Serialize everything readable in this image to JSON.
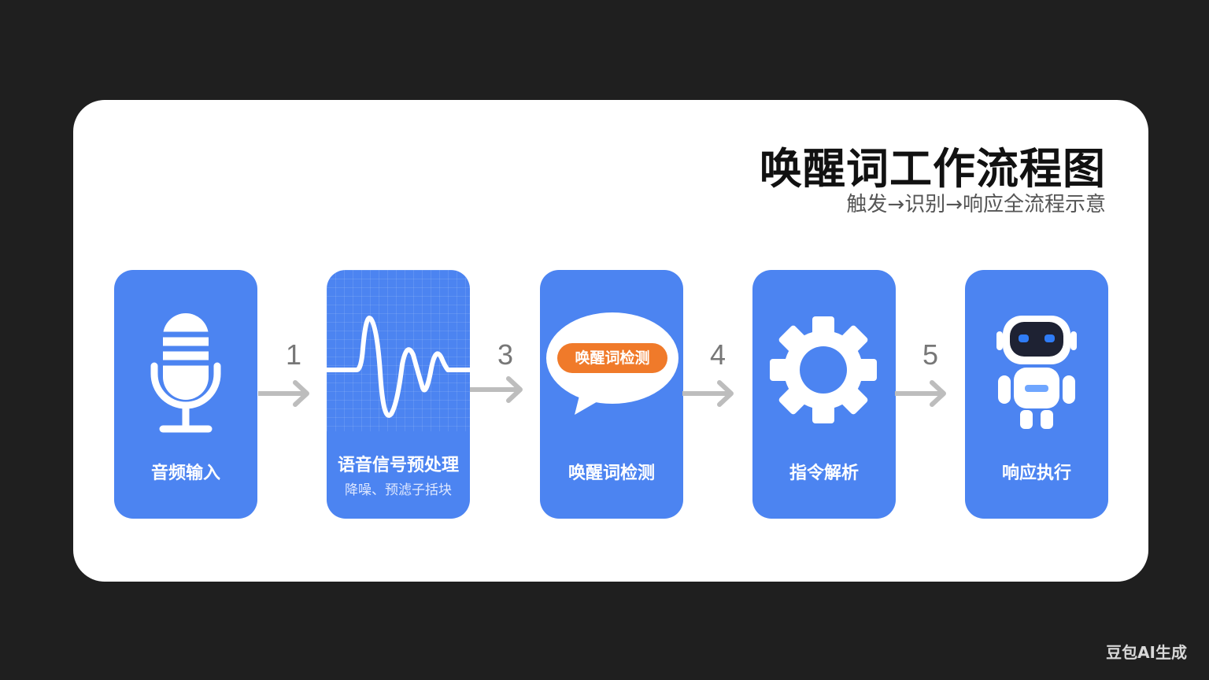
{
  "title": "唤醒词工作流程图",
  "subtitle": "触发→识别→响应全流程示意",
  "steps": [
    {
      "label": "音频输入",
      "icon": "microphone-icon"
    },
    {
      "label": "语音信号预处理",
      "sublabel": "降噪、预滤子括块",
      "icon": "waveform-icon"
    },
    {
      "label": "唤醒词检测",
      "bubble": "唤醒词检测",
      "icon": "speech-bubble-icon"
    },
    {
      "label": "指令解析",
      "icon": "gear-icon"
    },
    {
      "label": "响应执行",
      "icon": "robot-icon"
    }
  ],
  "connectors": [
    "1",
    "3",
    "4",
    "5"
  ],
  "watermark": "豆包AI生成",
  "colors": {
    "background": "#1f1f1f",
    "card": "#ffffff",
    "step": "#4c84f1",
    "bubble_pill": "#f07a2a",
    "arrow": "#bdbdbd"
  }
}
